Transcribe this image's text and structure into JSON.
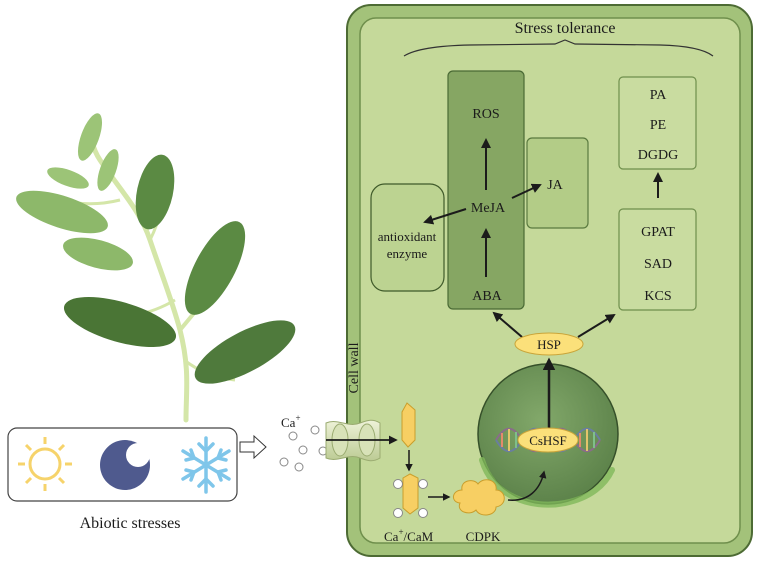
{
  "title": "Stress tolerance",
  "cell_wall_label": "Cell wall",
  "abiotic_label": "Abiotic stresses",
  "stress_icons": [
    "sun-icon",
    "moon-icon",
    "snowflake-icon"
  ],
  "ion_label": {
    "base": "Ca",
    "sup": "+"
  },
  "calmodulin_label": {
    "base": "Ca",
    "sup": "+",
    "rest": "/CaM"
  },
  "cdpk_label": "CDPK",
  "transcription_factor": "CsHSF",
  "hsp_label": "HSP",
  "hormone_column": {
    "top": "ROS",
    "middle": "MeJA",
    "bottom": "ABA"
  },
  "ja_label": "JA",
  "antioxidant_label": {
    "line1": "antioxidant",
    "line2": "enzyme"
  },
  "lipid_top": [
    "PA",
    "PE",
    "DGDG"
  ],
  "lipid_bottom": [
    "GPAT",
    "SAD",
    "KCS"
  ],
  "colors": {
    "cell_wall": "#a3c27a",
    "cytoplasm": "#c5d99a",
    "hormone_column": "#86a663",
    "nucleus": "#6d9458",
    "hsp_fill": "#fbe07a",
    "leaf_dark": "#4f7a3c",
    "leaf_light": "#93bd6e"
  }
}
